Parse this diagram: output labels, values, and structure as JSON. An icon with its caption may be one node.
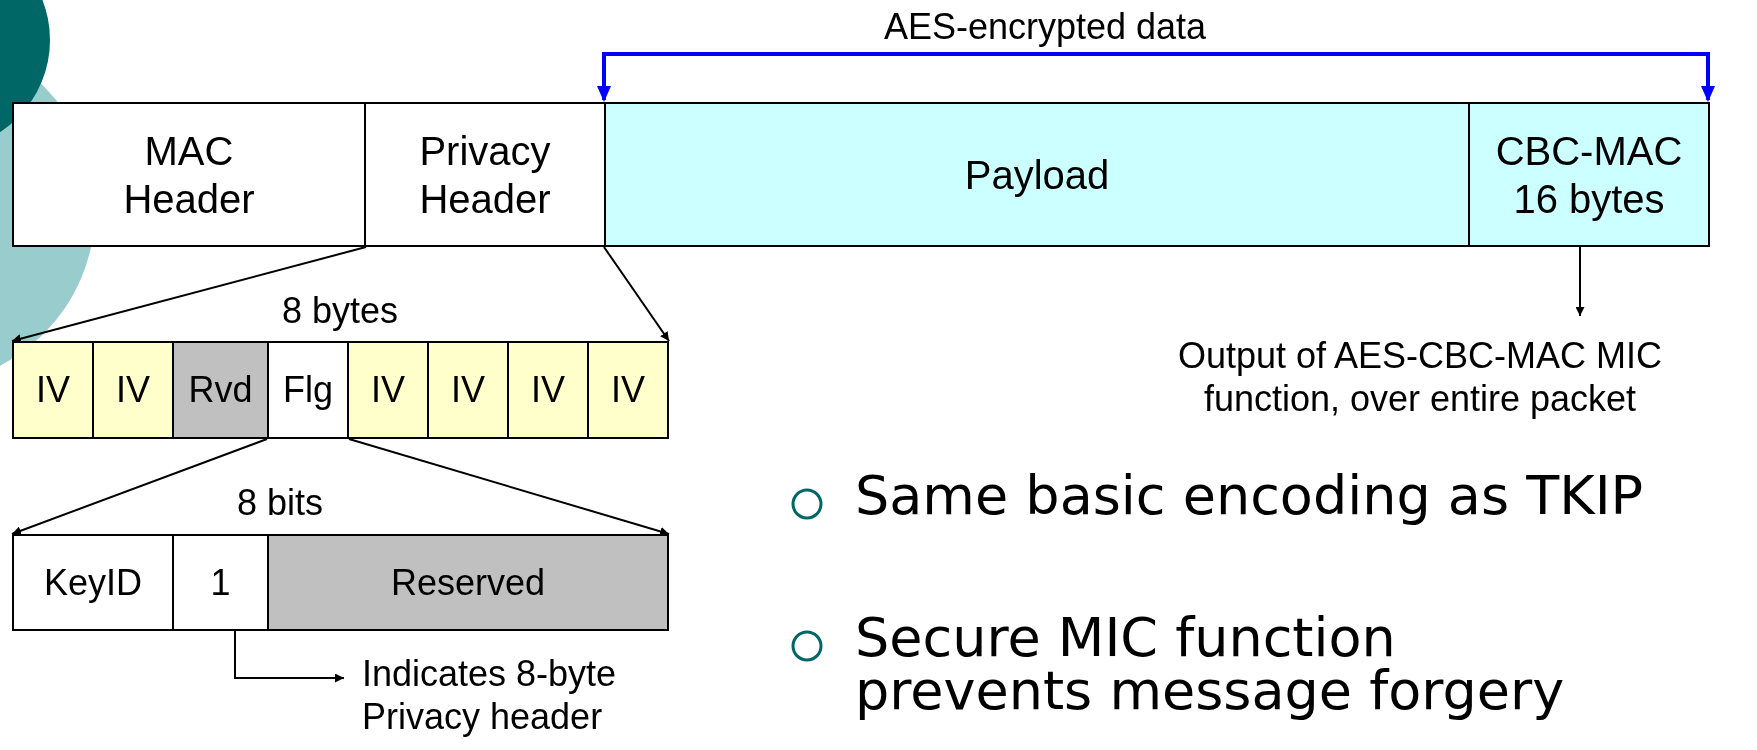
{
  "diagram": {
    "nodes": [
      {
        "text": [
          "MAC Header"
        ]
      },
      {
        "text": [
          "Privacy Header"
        ]
      },
      {
        "text": [
          "Payload"
        ]
      },
      {
        "text": [
          "CBC-MAC 16 bytes"
        ]
      },
      {
        "text": [
          "IV"
        ]
      },
      {
        "text": [
          "IV"
        ]
      },
      {
        "text": [
          "Rvd"
        ]
      },
      {
        "text": [
          "Flg"
        ]
      },
      {
        "text": [
          "IV"
        ]
      },
      {
        "text": [
          "IV"
        ]
      },
      {
        "text": [
          "IV"
        ]
      },
      {
        "text": [
          "IV"
        ]
      },
      {
        "text": [
          "KeyID"
        ]
      },
      {
        "text": [
          "1"
        ]
      },
      {
        "text": [
          "Reserved"
        ]
      },
      {
        "text": [
          "Indicates 8-byte Privacy header"
        ]
      },
      {
        "text": [
          "Output of AES-CBC-MAC MIC function, over entire packet"
        ]
      }
    ],
    "edges": [
      {
        "from": 1,
        "to": 4,
        "arrow": "to"
      },
      {
        "from": 1,
        "to": 11,
        "arrow": "to"
      },
      {
        "from": 7,
        "to": 12,
        "arrow": "to"
      },
      {
        "from": 7,
        "to": 14,
        "arrow": "to"
      },
      {
        "from": 13,
        "to": 15,
        "arrow": "to"
      },
      {
        "from": 3,
        "to": 16,
        "arrow": "to"
      }
    ],
    "labels": [
      "AES-encrypted data",
      "8 bytes",
      "8 bits",
      "Same basic encoding as TKIP",
      "Secure MIC function prevents message forgery"
    ]
  }
}
